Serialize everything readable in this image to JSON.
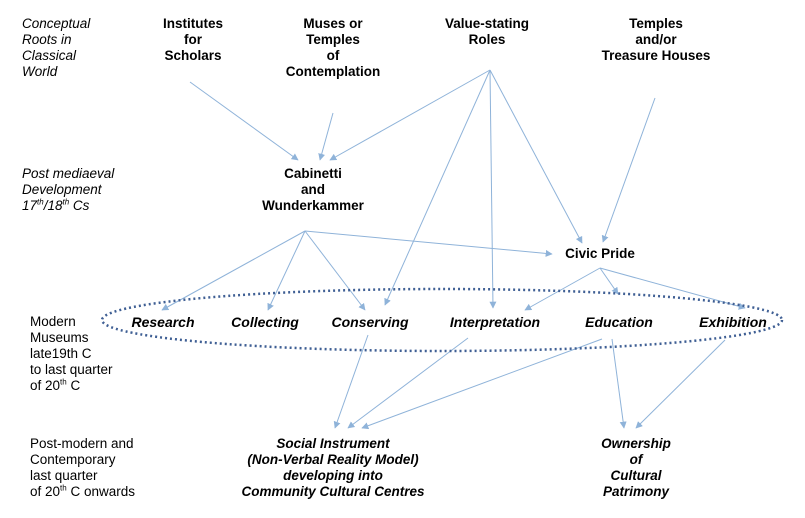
{
  "eras": {
    "classical": [
      "Conceptual",
      "Roots in",
      "Classical",
      "World"
    ],
    "mediaeval": {
      "l1": "Post mediaeval",
      "l2": "Development",
      "l3_a": "17",
      "l3_sup1": "th",
      "l3_b": "/18",
      "l3_sup2": "th",
      "l3_c": " Cs"
    },
    "modern": {
      "l1": "Modern",
      "l2": "Museums",
      "l3": "late19th C",
      "l4": "to last quarter",
      "l5_a": "of 20",
      "l5_sup": "th",
      "l5_b": " C"
    },
    "postmodern": {
      "l1": "Post-modern and",
      "l2": "Contemporary",
      "l3": "last quarter",
      "l4_a": "of 20",
      "l4_sup": "th",
      "l4_b": " C onwards"
    }
  },
  "roots": {
    "institutes": [
      "Institutes",
      "for",
      "Scholars"
    ],
    "muses": [
      "Muses or",
      "Temples",
      "of",
      "Contemplation"
    ],
    "value": [
      "Value-stating",
      "Roles"
    ],
    "temples": [
      "Temples",
      "and/or",
      "Treasure Houses"
    ]
  },
  "cabinetti": [
    "Cabinetti",
    "and",
    "Wunderkammer"
  ],
  "civic_pride": "Civic Pride",
  "functions": {
    "research": "Research",
    "collecting": "Collecting",
    "conserving": "Conserving",
    "interpretation": "Interpretation",
    "education": "Education",
    "exhibition": "Exhibition"
  },
  "outcomes": {
    "social": [
      "Social Instrument",
      "(Non-Verbal Reality Model)",
      "developing into",
      "Community Cultural Centres"
    ],
    "ownership": [
      "Ownership",
      "of",
      "Cultural",
      "Patrimony"
    ]
  },
  "colors": {
    "arrow": "#8fb3d9",
    "ellipse": "#3f5f94",
    "text": "#000000"
  }
}
